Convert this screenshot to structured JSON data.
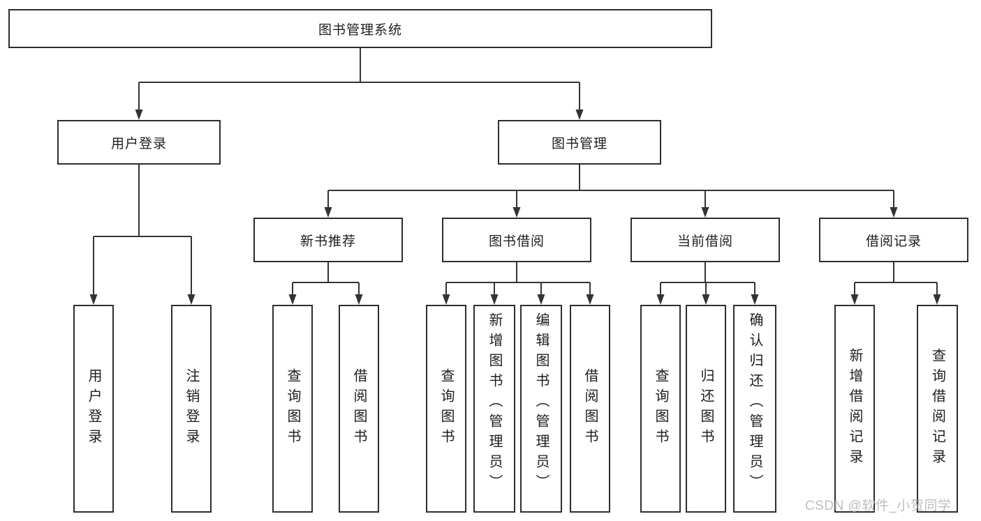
{
  "diagram": {
    "root": "图书管理系统",
    "branches": [
      {
        "label": "用户登录",
        "children": [
          "用户登录",
          "注销登录"
        ]
      },
      {
        "label": "图书管理",
        "groups": [
          {
            "label": "新书推荐",
            "children": [
              "查询图书",
              "借阅图书"
            ]
          },
          {
            "label": "图书借阅",
            "children": [
              "查询图书",
              "新增图书（管理员）",
              "编辑图书（管理员）",
              "借阅图书"
            ]
          },
          {
            "label": "当前借阅",
            "children": [
              "查询图书",
              "归还图书",
              "确认归还（管理员）"
            ]
          },
          {
            "label": "借阅记录",
            "children": [
              "新增借阅记录",
              "查询借阅记录"
            ]
          }
        ]
      }
    ]
  },
  "watermark": "CSDN @软件_小贺同学",
  "colors": {
    "line": "#333333",
    "box_border": "#2e2e2e",
    "text": "#1d1d1d",
    "watermark": "#bcbfc2",
    "background": "#ffffff"
  }
}
